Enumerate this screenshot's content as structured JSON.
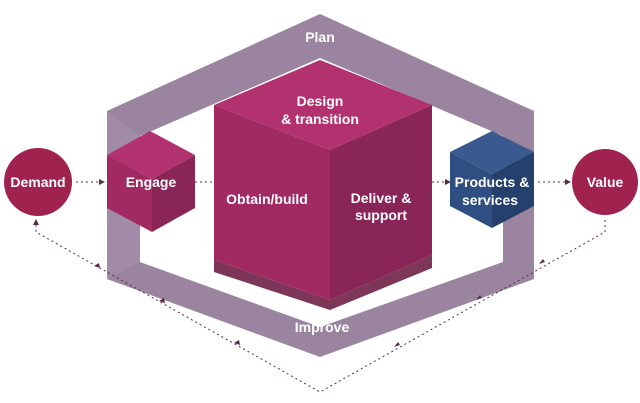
{
  "diagram": {
    "plan": "Plan",
    "improve": "Improve",
    "design_line1": "Design",
    "design_line2": "& transition",
    "obtain_build": "Obtain/build",
    "deliver_line1": "Deliver &",
    "deliver_line2": "support",
    "engage": "Engage",
    "products_line1": "Products &",
    "products_line2": "services",
    "demand": "Demand",
    "value": "Value"
  },
  "colors": {
    "frame": "#8c7392",
    "frame_light": "#a892ac",
    "cube_top": "#b2326f",
    "cube_front": "#a22a63",
    "cube_side": "#8a2557",
    "circle": "#a0234f",
    "products_blue": "#2f4f83",
    "arrow": "#5a2a4a"
  }
}
